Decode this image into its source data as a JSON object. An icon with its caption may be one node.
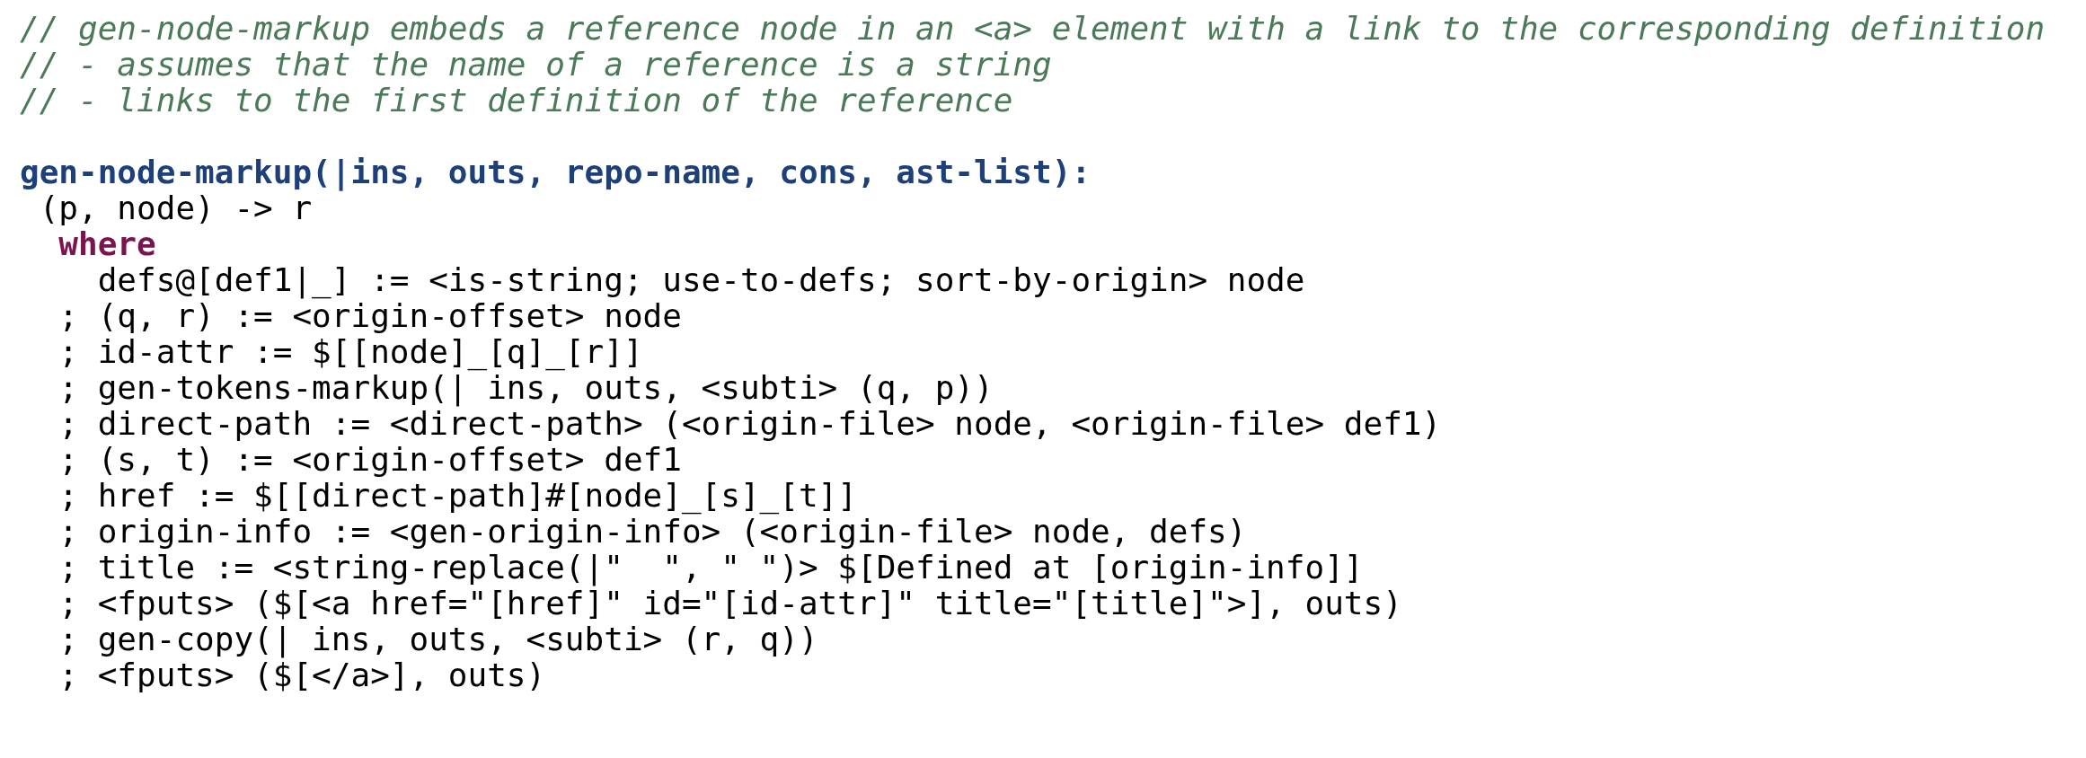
{
  "diagram": {
    "labels": [
      "// gen-node-markup embeds a reference node in an <a> element with a link to the corresponding definition",
      "// - assumes that the name of a reference is a string",
      "// - links to the first definition of the reference",
      "gen-node-markup(|ins, outs, repo-name, cons, ast-list):",
      "(p, node) -> r",
      "where",
      "defs@[def1|_] := <is-string; use-to-defs; sort-by-origin> node",
      "; (q, r) := <origin-offset> node",
      "; id-attr := $[[node]_[q]_[r]]",
      "; gen-tokens-markup(| ins, outs, <subti> (q, p))",
      "; direct-path := <direct-path> (<origin-file> node, <origin-file> def1)",
      "; (s, t) := <origin-offset> def1",
      "; href := $[[direct-path]#[node]_[s]_[t]]",
      "; origin-info := <gen-origin-info> (<origin-file> node, defs)",
      "; title := <string-replace(|\"  \", \" \")> $[Defined at [origin-info]]",
      "; <fputs> ($[<a href=\"[href]\" id=\"[id-attr]\" title=\"[title]\">], outs)",
      "; gen-copy(| ins, outs, <subti> (r, q))",
      "; <fputs> ($[</a>], outs)"
    ]
  }
}
